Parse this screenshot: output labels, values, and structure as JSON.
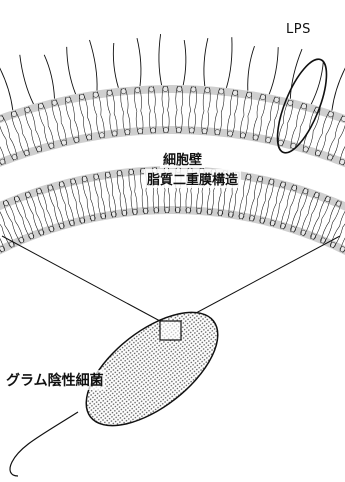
{
  "labels": {
    "lps": "LPS",
    "cell_wall": "細胞壁",
    "lipid_bilayer": "脂質二重膜構造",
    "gram_negative_bacteria": "グラム陰性細菌"
  },
  "colors": {
    "ink": "#111111",
    "shade": "#cfcfcf",
    "bacteria_fill": "#c8c8c8"
  }
}
